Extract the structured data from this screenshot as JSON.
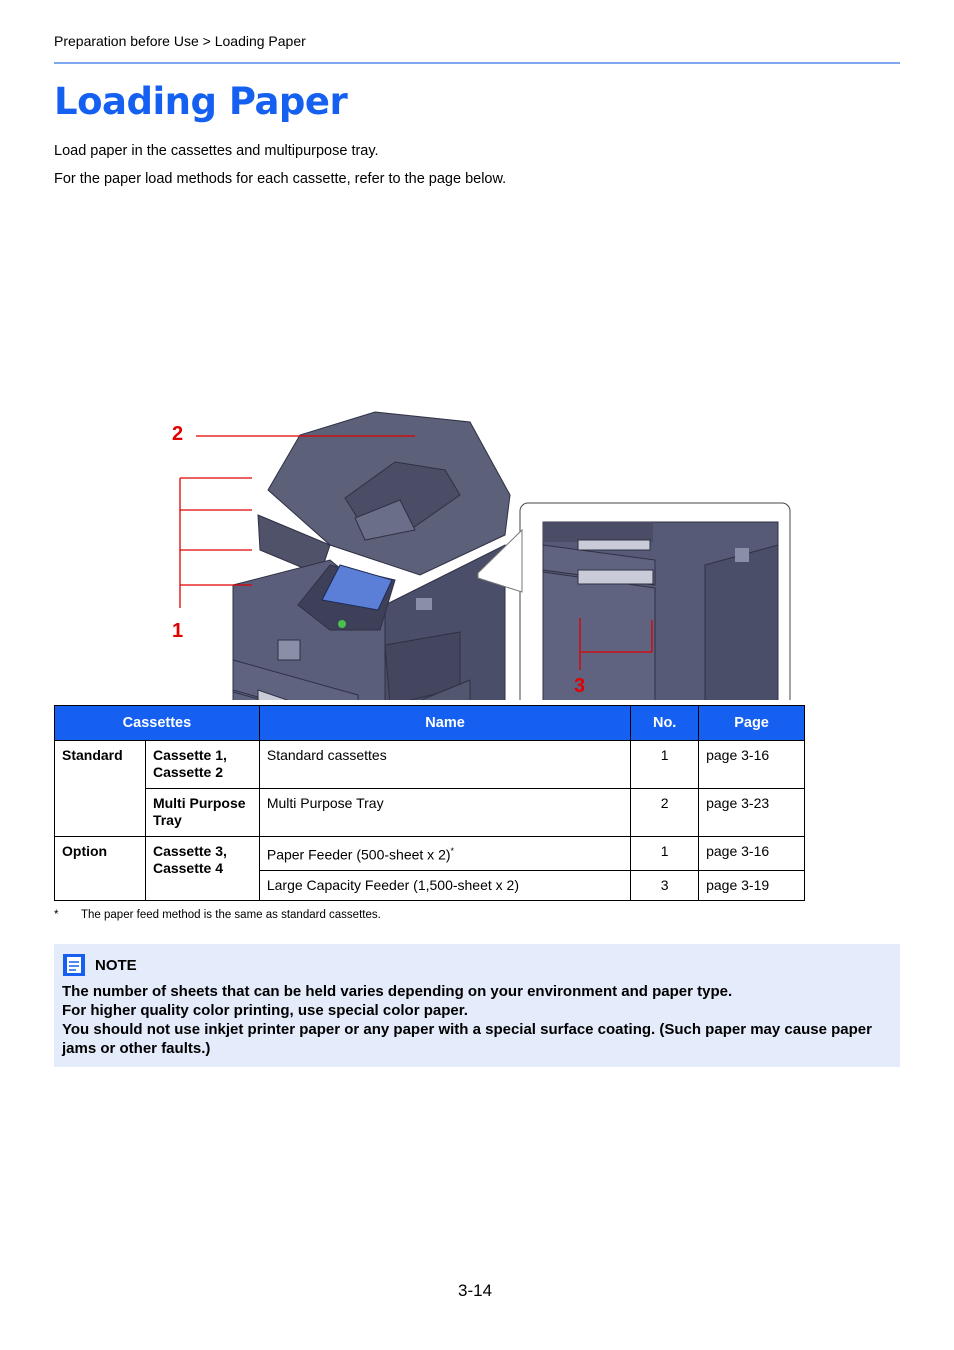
{
  "header": {
    "breadcrumb": "Preparation before Use > Loading Paper"
  },
  "title": "Loading Paper",
  "intro": {
    "line1": "Load paper in the cassettes and multipurpose tray.",
    "line2": "For the paper load methods for each cassette, refer to the page below."
  },
  "figure": {
    "callout_1": "1",
    "callout_2": "2",
    "callout_3": "3",
    "colors": {
      "machine": "#5a5e7a",
      "machine_dark": "#3d4058",
      "callout": "#e00000",
      "screen": "#5b7fd6"
    }
  },
  "table": {
    "headers": {
      "cassettes": "Cassettes",
      "name": "Name",
      "no": "No.",
      "page": "Page"
    },
    "rows": [
      {
        "group": "Standard",
        "cassette": "Cassette 1, Cassette 2",
        "name": "Standard cassettes",
        "no": "1",
        "page": "page 3-16"
      },
      {
        "cassette": "Multi Purpose Tray",
        "name": "Multi Purpose Tray",
        "no": "2",
        "page": "page 3-23"
      },
      {
        "group": "Option",
        "cassette": "Cassette 3, Cassette 4",
        "name": "Paper Feeder (500-sheet x 2)",
        "name_sup": "*",
        "no": "1",
        "page": "page 3-16"
      },
      {
        "name": "Large Capacity Feeder (1,500-sheet x 2)",
        "no": "3",
        "page": "page 3-19"
      }
    ]
  },
  "footnote": {
    "mark": "*",
    "text": "The paper feed method is the same as standard cassettes."
  },
  "note": {
    "heading": "NOTE",
    "lines": [
      "The number of sheets that can be held varies depending on your environment and paper type.",
      "For higher quality color printing, use special color paper.",
      "You should not use inkjet printer paper or any paper with a special surface coating. (Such paper may cause paper jams or other faults.)"
    ],
    "icon": "note-icon"
  },
  "page_number": "3-14"
}
